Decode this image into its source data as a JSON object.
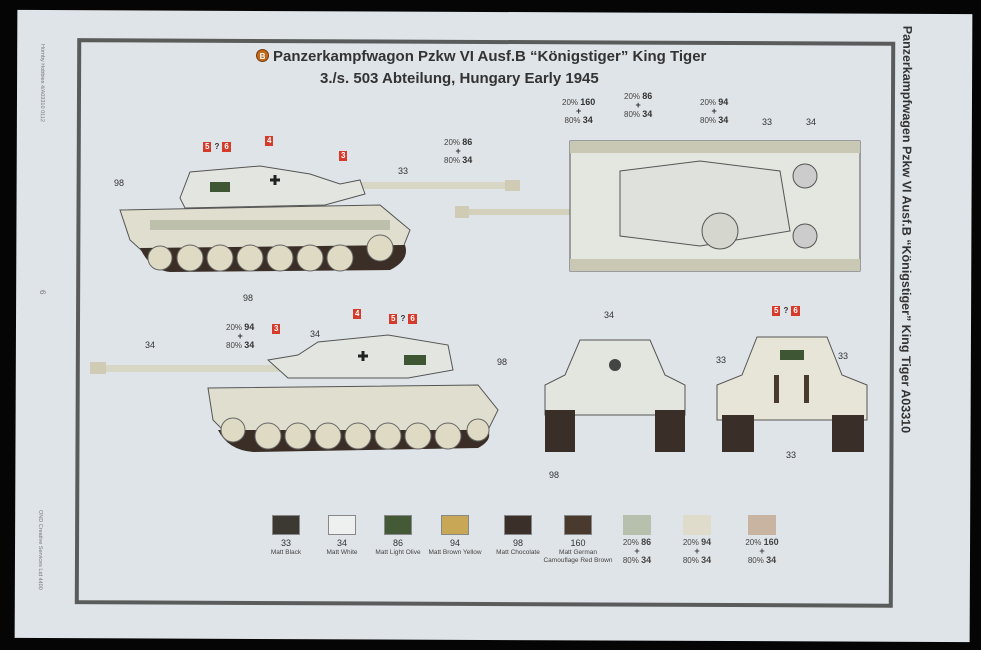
{
  "header": {
    "scheme_letter": "B",
    "title": "Panzerkampfwagon Pzkw VI Ausf.B “Königstiger” King Tiger",
    "subtitle": "3./s. 503 Abteilung, Hungary Early 1945"
  },
  "margin": {
    "right_title": "Panzerkampfwagen Pzkw VI Ausf.B “Königstiger” King Tiger A03310",
    "left_code": "Hornby Hobbies 4/A03310 0112",
    "page_number": "6",
    "left_credit": "OND Creative Services Ltd 4400"
  },
  "mix": {
    "p20": "20%",
    "plus": "+",
    "p80": "80%"
  },
  "decals": {
    "d3": "3",
    "d4": "4",
    "d5": "5",
    "d6": "6",
    "q": "?"
  },
  "callouts": {
    "top_view": [
      {
        "a": "160",
        "b": "34"
      },
      {
        "a": "86",
        "b": "34"
      },
      {
        "a": "94",
        "b": "34"
      }
    ],
    "top_view_single": [
      "33",
      "34"
    ],
    "side_left": {
      "exhaust": "98",
      "tracks": "98",
      "tow": "33",
      "barrel_mix": {
        "a": "86",
        "b": "34"
      }
    },
    "side_right": {
      "barrel": "34",
      "mantlet_mix": {
        "a": "94",
        "b": "34"
      },
      "turret": "34",
      "exhaust": "98"
    },
    "front": {
      "turret": "34",
      "tracks": "98"
    },
    "rear": {
      "left": "33",
      "right": "33",
      "bottom": "33"
    }
  },
  "colors": [
    {
      "code": "33",
      "name": "Matt Black",
      "hex": "#3c3832"
    },
    {
      "code": "34",
      "name": "Matt White",
      "hex": "#eef0f0"
    },
    {
      "code": "86",
      "name": "Matt Light Olive",
      "hex": "#445a36"
    },
    {
      "code": "94",
      "name": "Matt Brown Yellow",
      "hex": "#c8a856"
    },
    {
      "code": "98",
      "name": "Matt Chocolate",
      "hex": "#3a3029"
    },
    {
      "code": "160",
      "name": "Matt German Camouflage Red Brown",
      "hex": "#4a3a2e"
    }
  ],
  "mixes": [
    {
      "a": "86",
      "b": "34",
      "hex": "#b7c0ad"
    },
    {
      "a": "94",
      "b": "34",
      "hex": "#e0dccb"
    },
    {
      "a": "160",
      "b": "34",
      "hex": "#c8b4a0"
    }
  ]
}
